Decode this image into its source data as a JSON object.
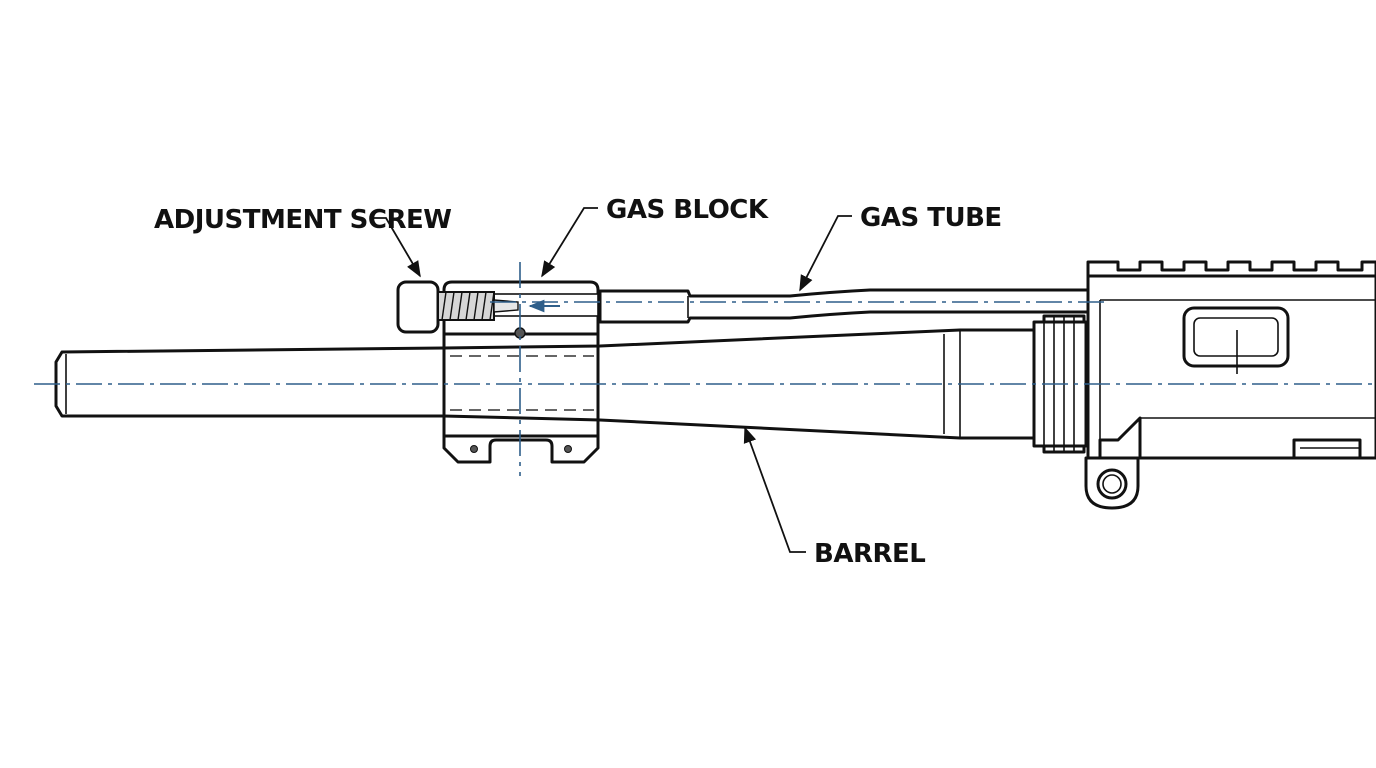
{
  "diagram": {
    "labels": {
      "adjustment_screw": "ADJUSTMENT SCREW",
      "gas_block": "GAS BLOCK",
      "gas_tube": "GAS TUBE",
      "barrel": "BARREL"
    },
    "colors": {
      "ink": "#111111",
      "metal_light": "#f3f4f6",
      "metal_shade": "#c9cbce",
      "centerline_blue": "#2f5f8a",
      "section_hatch": "#9a9a9a"
    }
  }
}
